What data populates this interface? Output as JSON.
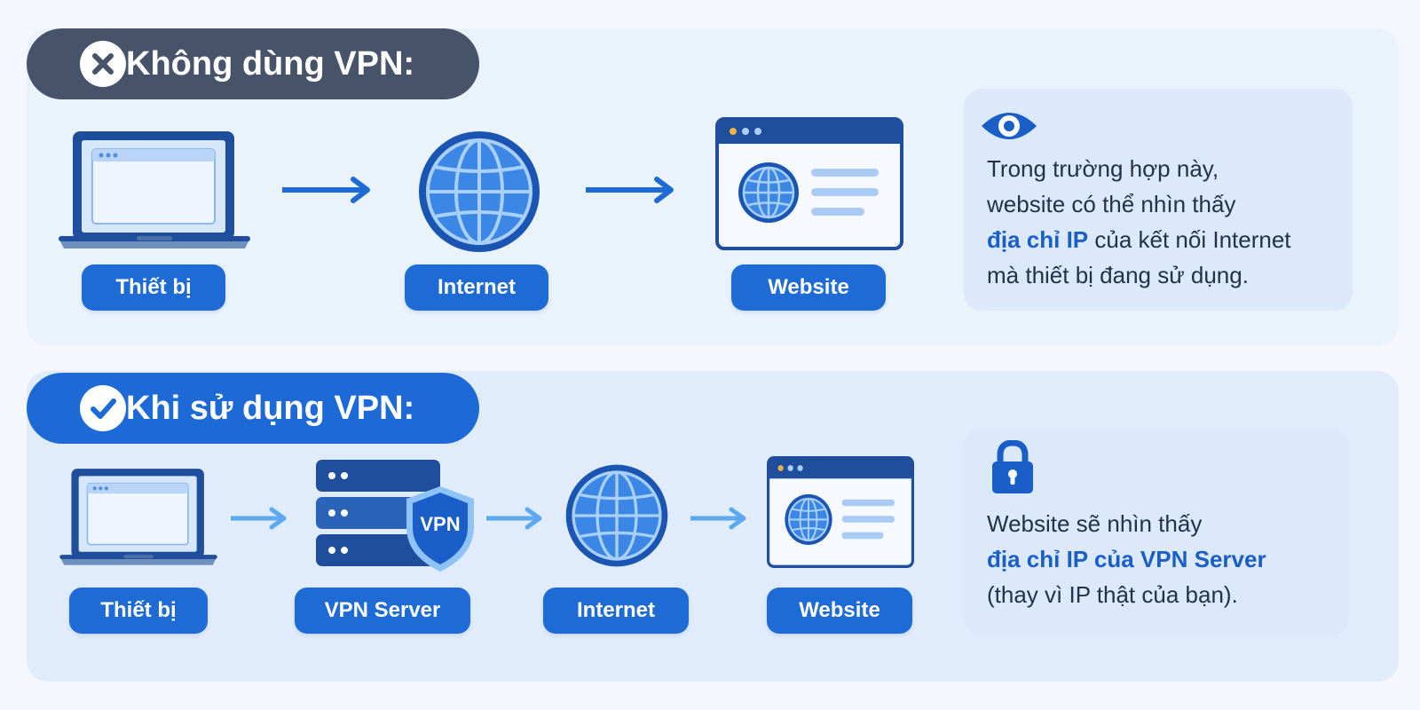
{
  "colors": {
    "accent_blue": "#1e6bd6",
    "dark_slate": "#465368",
    "icon_navy": "#1f4f9c",
    "light_blue": "#5aa8f0",
    "info_panel": "#dbe9fb"
  },
  "without_vpn": {
    "heading": "Không dùng VPN:",
    "heading_icon": "x-circle-icon",
    "nodes": [
      {
        "label": "Thiết bị",
        "icon": "laptop-icon"
      },
      {
        "label": "Internet",
        "icon": "globe-icon"
      },
      {
        "label": "Website",
        "icon": "browser-window-icon"
      }
    ],
    "info": {
      "icon": "eye-icon",
      "line1": "Trong trường hợp này,",
      "line2": "website có thể nhìn thấy",
      "line3_bold": "địa chỉ IP",
      "line3_rest": " của kết nối Internet",
      "line4": "mà thiết bị đang sử dụng."
    }
  },
  "with_vpn": {
    "heading": "Khi sử dụng VPN:",
    "heading_icon": "check-circle-icon",
    "nodes": [
      {
        "label": "Thiết bị",
        "icon": "laptop-icon"
      },
      {
        "label": "VPN Server",
        "icon": "server-icon"
      },
      {
        "label": "Internet",
        "icon": "globe-icon"
      },
      {
        "label": "Website",
        "icon": "browser-window-icon"
      }
    ],
    "shield_text": "VPN",
    "info": {
      "icon": "padlock-icon",
      "line1": "Website sẽ nhìn thấy",
      "line2_bold": "địa chỉ IP của VPN Server",
      "line3": "(thay vì IP thật của bạn)."
    }
  }
}
